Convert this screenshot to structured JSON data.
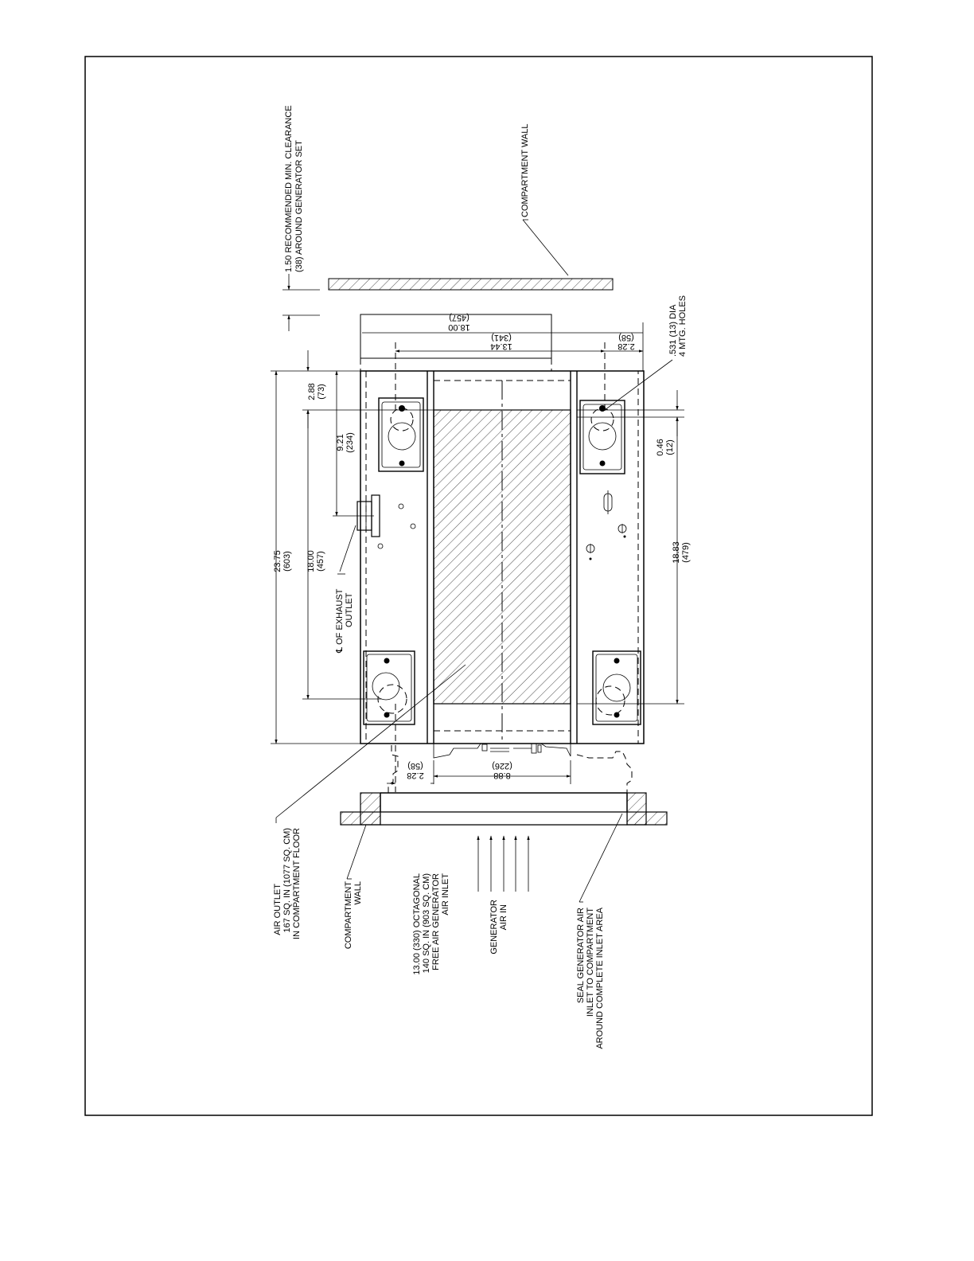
{
  "clearance": {
    "line1": "1.50   RECOMMENDED MIN. CLEARANCE",
    "line2": "(38)     AROUND GENERATOR SET"
  },
  "compartment_wall_top": "COMPARTMENT WALL",
  "mounting_holes": {
    "line1": ".531 (13) DIA",
    "line2": "4 MTG. HOLES"
  },
  "dims": {
    "top_18": {
      "in": "18.00",
      "mm": "(457)"
    },
    "top_13": {
      "in": "13.44",
      "mm": "(341)"
    },
    "top_228": {
      "in": "2.28",
      "mm": "(58)"
    },
    "left_288": {
      "in": "2.88",
      "mm": "(73)"
    },
    "left_921": {
      "in": "9.21",
      "mm": "(234)"
    },
    "left_2375": {
      "in": "23.75",
      "mm": "(603)"
    },
    "left_1800": {
      "in": "18.00",
      "mm": "(457)"
    },
    "right_046": {
      "in": "0.46",
      "mm": "(12)"
    },
    "right_1883": {
      "in": "18.83",
      "mm": "(479)"
    },
    "bot_228": {
      "in": "2.28",
      "mm": "(58)"
    },
    "bot_888": {
      "in": "8.88",
      "mm": "(226)"
    }
  },
  "exhaust": {
    "line1": "℄ OF EXHAUST",
    "line2": "OUTLET"
  },
  "air_outlet": {
    "line1": "AIR OUTLET",
    "line2": "167 SQ. IN (1077 SQ. CM)",
    "line3": "IN COMPARTMENT FLOOR"
  },
  "compartment_wall_bottom": {
    "line1": "COMPARTMENT",
    "line2": "WALL"
  },
  "octagonal": {
    "line1": "13.00 (330) OCTAGONAL",
    "line2": "140 SQ. IN (903 SQ. CM)",
    "line3": "FREE AIR GENERATOR",
    "line4": "AIR INLET"
  },
  "generator_air_in": {
    "line1": "GENERATOR",
    "line2": "AIR IN"
  },
  "seal": {
    "line1": "SEAL GENERATOR AIR",
    "line2": "INLET TO COMPARTMENT",
    "line3": "AROUND COMPLETE INLET AREA"
  }
}
